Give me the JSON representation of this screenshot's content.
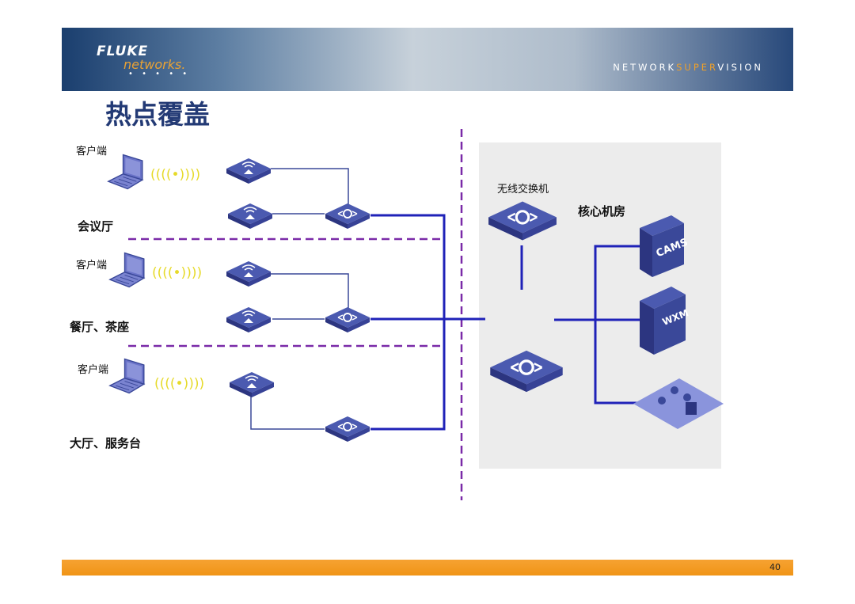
{
  "header": {
    "logo_line1": "FLUKE",
    "logo_line2": "networks.",
    "tagline_a": "NETWORK",
    "tagline_b": "SUPER",
    "tagline_c": "VISION"
  },
  "title": "热点覆盖",
  "zones": [
    {
      "client_label": "客户端",
      "zone_label": "会议厅"
    },
    {
      "client_label": "客户端",
      "zone_label": "餐厅、茶座"
    },
    {
      "client_label": "客户端",
      "zone_label": "大厅、服务台"
    }
  ],
  "core": {
    "wireless_switch_label": "无线交换机",
    "room_label": "核心机房",
    "server1_label": "CAMS",
    "server2_label": "WXM"
  },
  "footer": {
    "page_number": "40"
  },
  "colors": {
    "link": "#1f22b8",
    "divider": "#7a2aa8",
    "device": "#3a4899",
    "title": "#233a75",
    "footer": "#f39a1e"
  }
}
